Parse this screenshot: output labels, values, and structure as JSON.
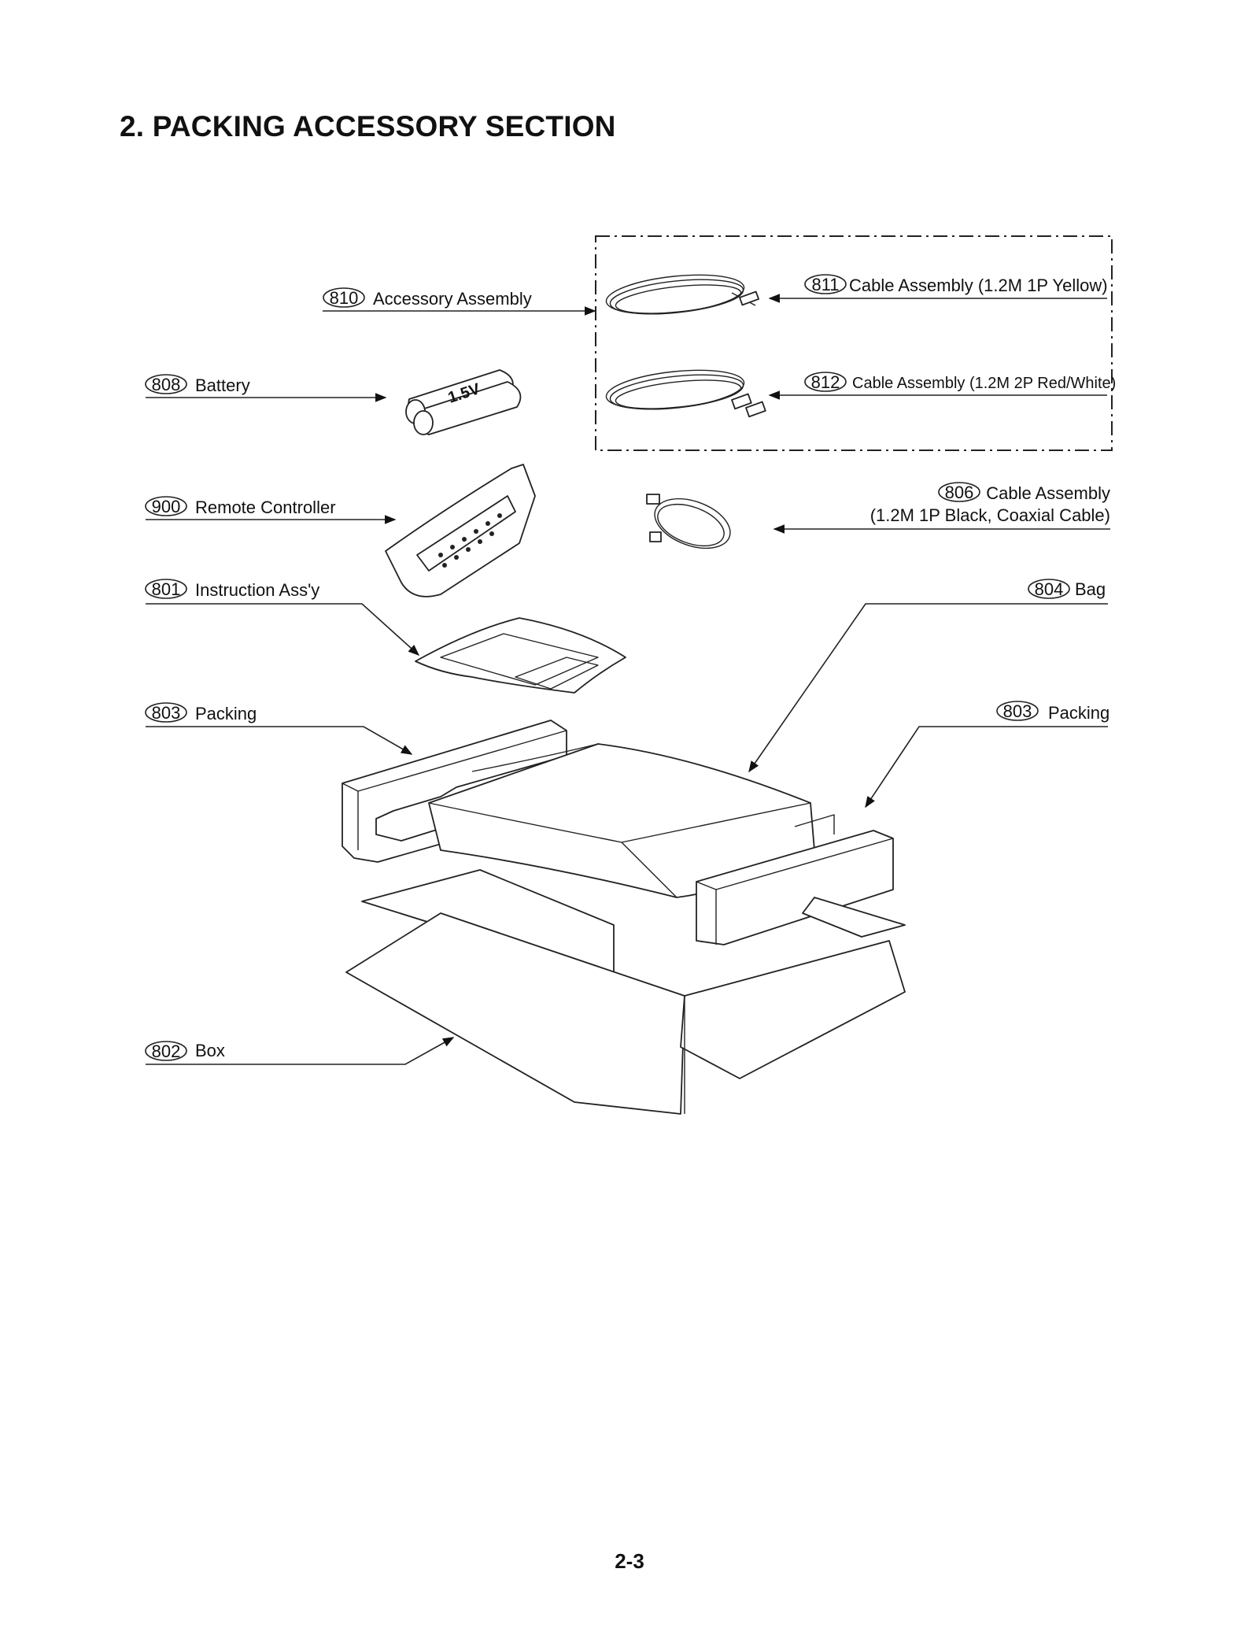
{
  "title": "2. PACKING ACCESSORY SECTION",
  "page_number": "2-3",
  "parts": [
    {
      "id": "810",
      "label": "Accessory Assembly"
    },
    {
      "id": "811",
      "label": "Cable Assembly (1.2M 1P Yellow)"
    },
    {
      "id": "812",
      "label": "Cable Assembly (1.2M 2P Red/White)"
    },
    {
      "id": "808",
      "label": "Battery"
    },
    {
      "id": "900",
      "label": "Remote Controller"
    },
    {
      "id": "806",
      "label": "Cable Assembly",
      "label2": "(1.2M 1P Black, Coaxial Cable)"
    },
    {
      "id": "801",
      "label": "Instruction Ass'y"
    },
    {
      "id": "804",
      "label": "Bag"
    },
    {
      "id": "803",
      "label": "Packing"
    },
    {
      "id": "803",
      "label": "Packing"
    },
    {
      "id": "802",
      "label": "Box"
    }
  ],
  "battery_text": "1.5V",
  "icons": [
    "cable-coil-icon",
    "battery-icon",
    "remote-controller-icon",
    "instruction-manual-icon",
    "packing-foam-icon",
    "bag-icon",
    "box-icon"
  ]
}
